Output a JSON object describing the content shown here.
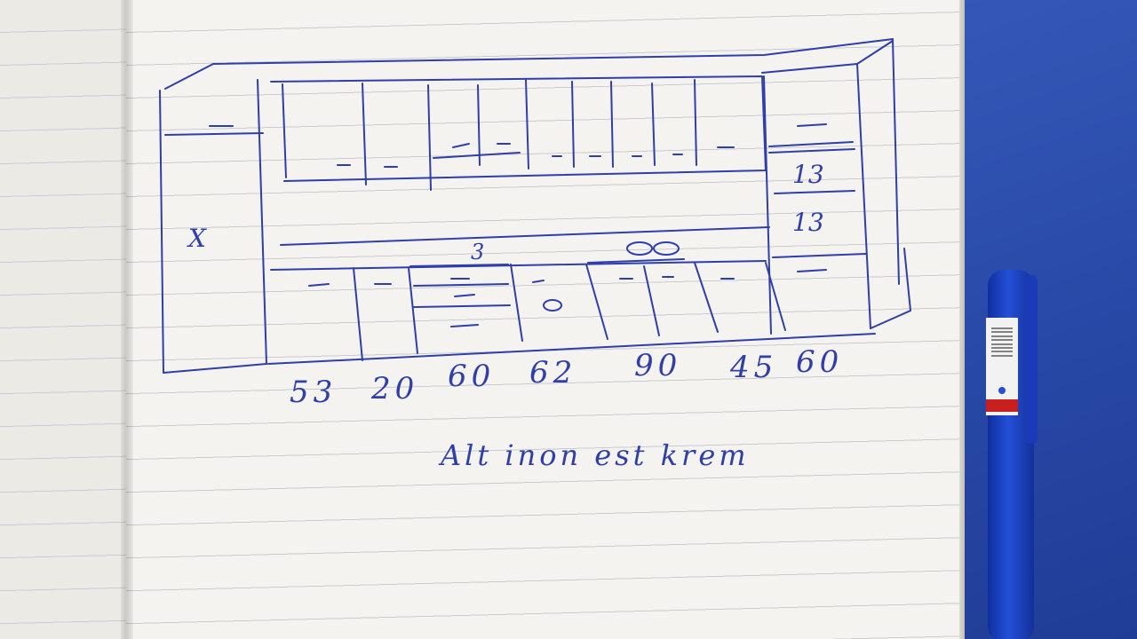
{
  "notebook": {
    "cabinet_widths": [
      "53",
      "20",
      "60",
      "62",
      "90",
      "45",
      "60"
    ],
    "caption": "Alt inon est krem",
    "sketch_marks": {
      "side_wall": "X",
      "tall_unit_upper": "13",
      "tall_unit_lower": "13",
      "drawer_note": "3"
    }
  },
  "pen": {
    "color": "#1a3fc0",
    "label_color": "#c8201e"
  }
}
